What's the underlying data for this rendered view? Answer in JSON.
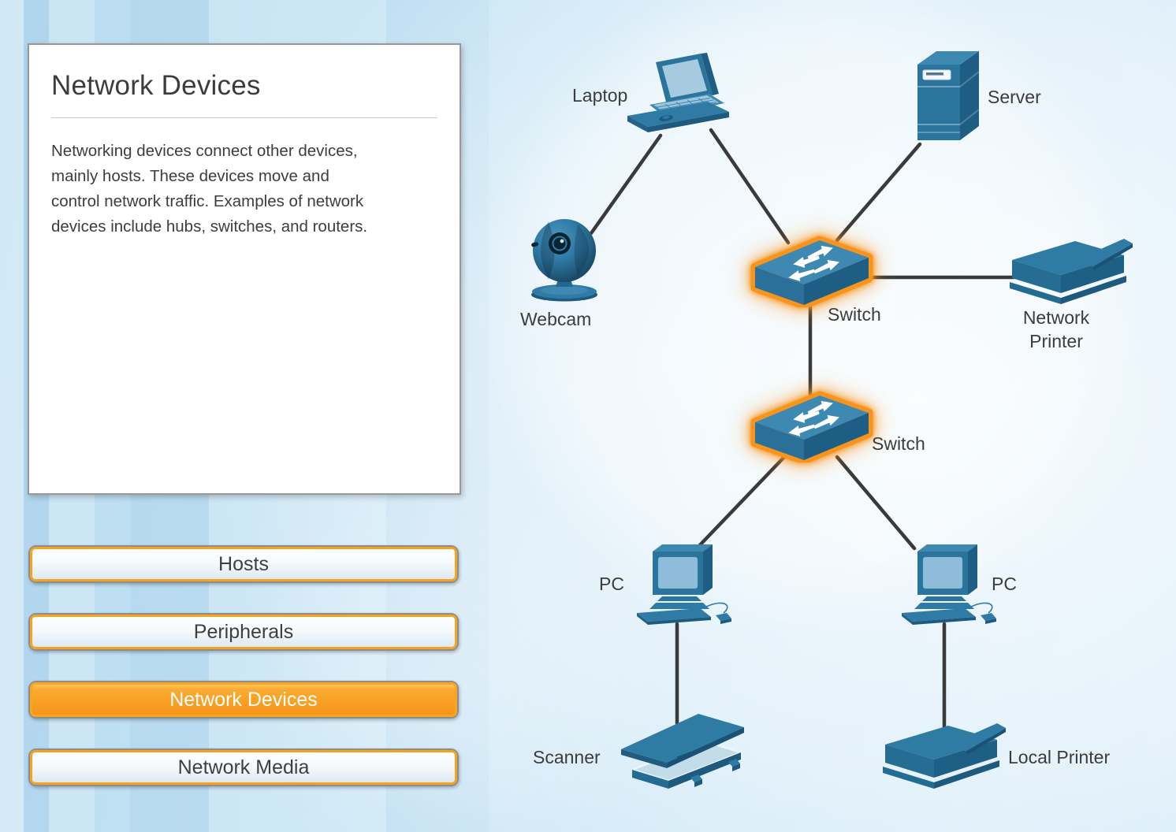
{
  "panel": {
    "title": "Network Devices",
    "description": "Networking devices connect other devices, mainly hosts. These devices move and control network traffic. Examples of network devices include hubs, switches, and routers.",
    "description_lines": [
      "Networking devices connect other devices,",
      "mainly hosts. These devices move and",
      "control network traffic. Examples of network",
      "devices include hubs, switches, and routers."
    ]
  },
  "buttons": [
    {
      "label": "Hosts",
      "selected": false
    },
    {
      "label": "Peripherals",
      "selected": false
    },
    {
      "label": "Network Devices",
      "selected": true
    },
    {
      "label": "Network Media",
      "selected": false
    }
  ],
  "diagram": {
    "nodes": [
      {
        "id": "laptop",
        "label": "Laptop",
        "type": "laptop",
        "highlighted": false
      },
      {
        "id": "server",
        "label": "Server",
        "type": "server",
        "highlighted": false
      },
      {
        "id": "webcam",
        "label": "Webcam",
        "type": "webcam",
        "highlighted": false
      },
      {
        "id": "switch-top",
        "label": "Switch",
        "type": "switch",
        "highlighted": true
      },
      {
        "id": "network-printer",
        "label": "Network Printer",
        "type": "printer",
        "highlighted": false
      },
      {
        "id": "switch-bottom",
        "label": "Switch",
        "type": "switch",
        "highlighted": true
      },
      {
        "id": "pc-left",
        "label": "PC",
        "type": "pc",
        "highlighted": false
      },
      {
        "id": "pc-right",
        "label": "PC",
        "type": "pc",
        "highlighted": false
      },
      {
        "id": "scanner",
        "label": "Scanner",
        "type": "scanner",
        "highlighted": false
      },
      {
        "id": "local-printer",
        "label": "Local Printer",
        "type": "printer",
        "highlighted": false
      }
    ],
    "connections": [
      {
        "from": "laptop",
        "to": "webcam"
      },
      {
        "from": "laptop",
        "to": "switch-top"
      },
      {
        "from": "server",
        "to": "switch-top"
      },
      {
        "from": "switch-top",
        "to": "network-printer"
      },
      {
        "from": "switch-top",
        "to": "switch-bottom"
      },
      {
        "from": "switch-bottom",
        "to": "pc-left"
      },
      {
        "from": "switch-bottom",
        "to": "pc-right"
      },
      {
        "from": "pc-left",
        "to": "scanner"
      },
      {
        "from": "pc-right",
        "to": "local-printer"
      }
    ]
  },
  "colors": {
    "device_blue": "#2B749C",
    "device_blue_light": "#3E89B1",
    "device_blue_dark": "#1F5E84",
    "highlight_orange": "#F7941E",
    "selected_button_orange": "#F79D20",
    "background_blue": "#C9E5F5",
    "connection_line": "#3A3A3A",
    "text_dark": "#3C3C3C"
  }
}
